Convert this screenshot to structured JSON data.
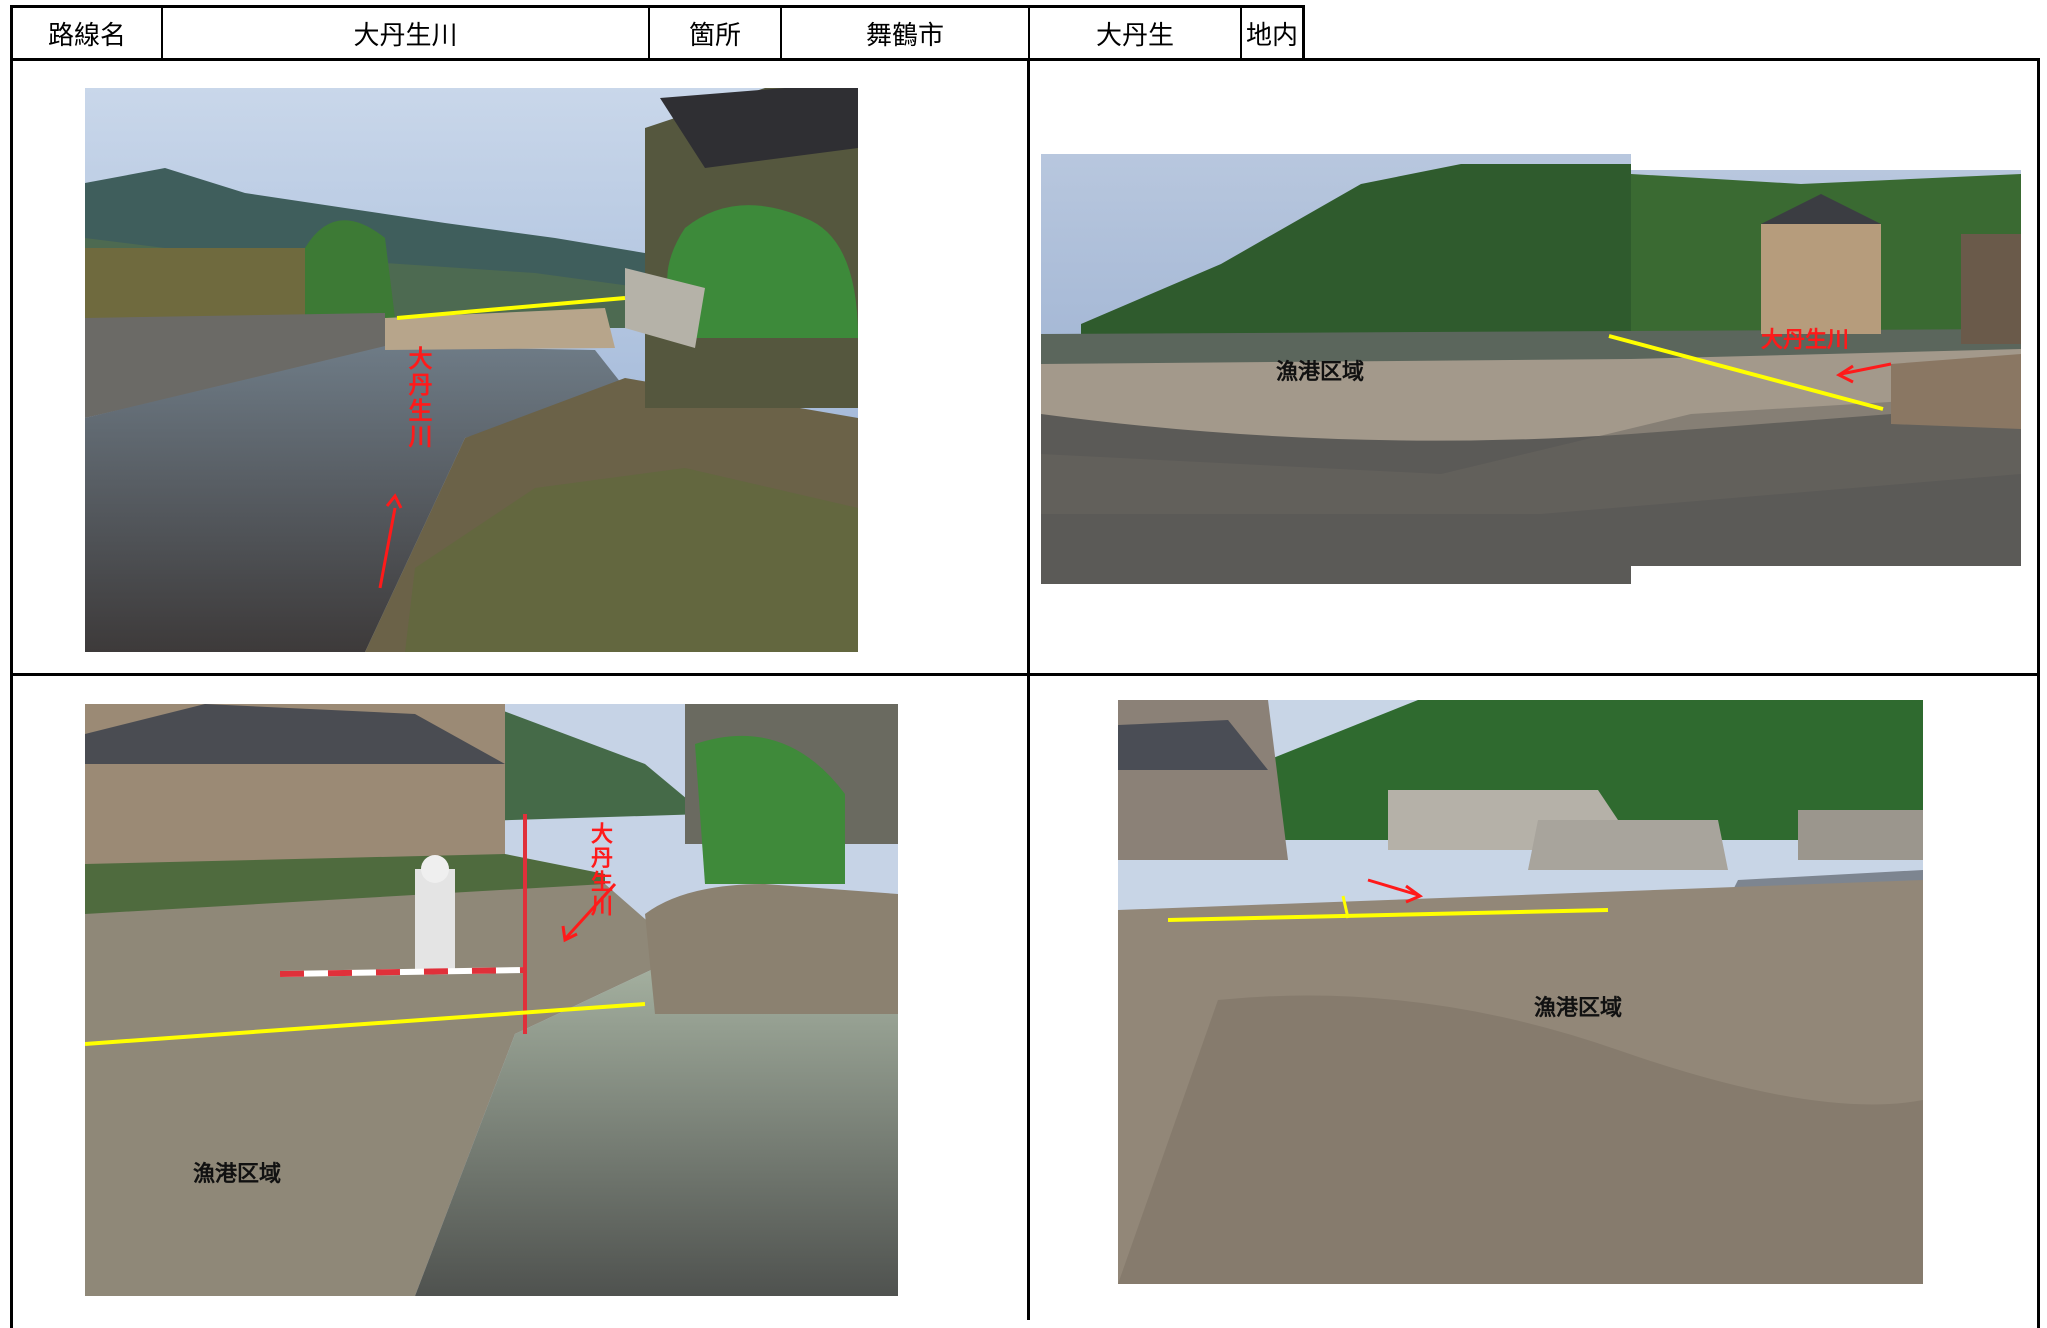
{
  "header": {
    "route_label": "路線名",
    "river_name": "大丹生川",
    "place_label": "箇所",
    "city": "舞鶴市",
    "district": "大丹生",
    "area_suffix": "地内"
  },
  "photos": [
    {
      "river_label": "大丹生川"
    },
    {
      "river_label": "大丹生川",
      "zone_label": "漁港区域"
    },
    {
      "river_label": "大丹生川",
      "zone_label": "漁港区域"
    },
    {
      "zone_label": "漁港区域"
    }
  ],
  "colors": {
    "boundary_line": "#ffff00",
    "arrow": "#ff1a1a",
    "grid_line": "#000000"
  }
}
